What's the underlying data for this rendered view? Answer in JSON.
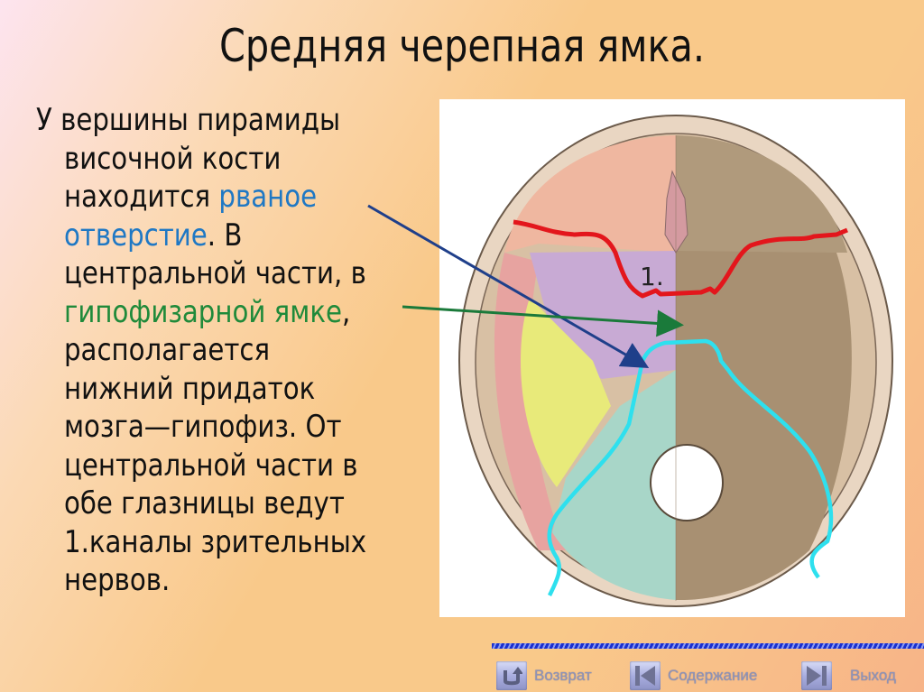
{
  "slide": {
    "title": "Средняя черепная ямка.",
    "body_lines": [
      {
        "parts": [
          {
            "text": "У вершины пирамиды",
            "style": "normal"
          }
        ]
      },
      {
        "parts": [
          {
            "text": "височной кости",
            "style": "normal"
          }
        ]
      },
      {
        "parts": [
          {
            "text": "находится ",
            "style": "normal"
          },
          {
            "text": "рваное",
            "style": "blue"
          }
        ]
      },
      {
        "parts": [
          {
            "text": "отверстие",
            "style": "blue"
          },
          {
            "text": ". В",
            "style": "normal"
          }
        ]
      },
      {
        "parts": [
          {
            "text": "центральной части, в",
            "style": "normal"
          }
        ]
      },
      {
        "parts": [
          {
            "text": "гипофизарной ямке",
            "style": "green"
          },
          {
            "text": ",",
            "style": "normal"
          }
        ]
      },
      {
        "parts": [
          {
            "text": "располагается",
            "style": "normal"
          }
        ]
      },
      {
        "parts": [
          {
            "text": "нижний придаток",
            "style": "normal"
          }
        ]
      },
      {
        "parts": [
          {
            "text": "мозга—гипофиз. От",
            "style": "normal"
          }
        ]
      },
      {
        "parts": [
          {
            "text": "центральной части в",
            "style": "normal"
          }
        ]
      },
      {
        "parts": [
          {
            "text": "обе глазницы ведут",
            "style": "normal"
          }
        ]
      },
      {
        "parts": [
          {
            "text": "1.каналы зрительных",
            "style": "normal"
          }
        ]
      },
      {
        "parts": [
          {
            "text": "нервов.",
            "style": "normal"
          }
        ]
      }
    ],
    "figure": {
      "label": "1.",
      "description": "Внутреннее основание черепа с выделенной средней черепной ямкой",
      "colors": {
        "red_border": "#e3161c",
        "cyan_border": "#2ee0ee",
        "arrow_blue": "#1f3f8a",
        "arrow_green": "#1a7a3a"
      }
    }
  },
  "nav": {
    "back_label": "Возврат",
    "contents_label": "Содержание",
    "exit_label": "Выход",
    "back_icon": "u-turn-arrow-icon",
    "contents_icon": "skip-to-start-icon",
    "exit_icon": "skip-to-end-icon"
  }
}
